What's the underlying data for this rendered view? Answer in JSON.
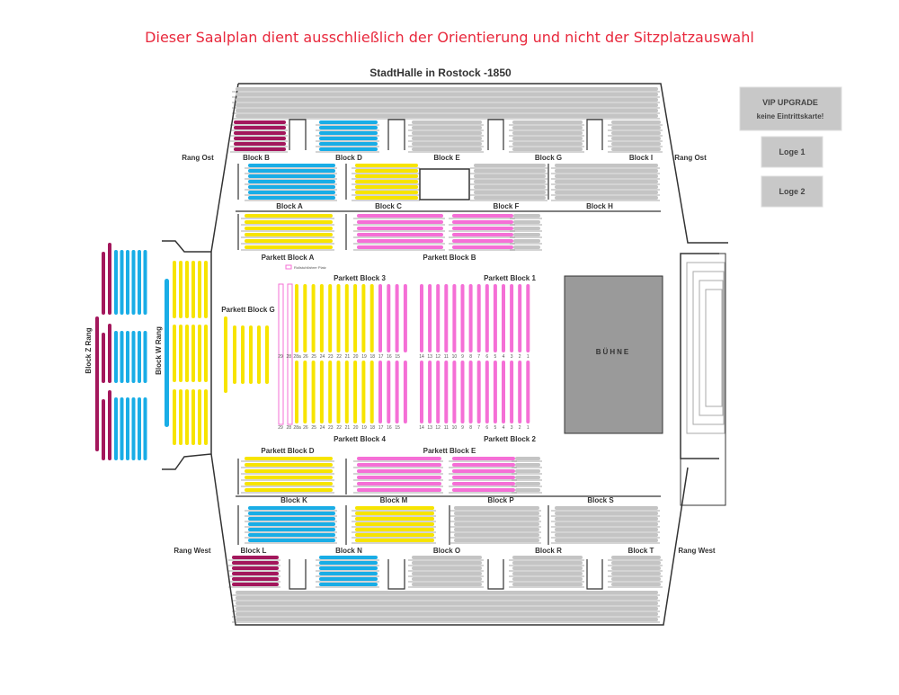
{
  "notice": "Dieser Saalplan dient ausschließlich der Orientierung und nicht der Sitzplatzauswahl",
  "plan_title": "StadtHalle in Rostock -1850",
  "colors": {
    "maroon": "#a3175c",
    "cyan": "#19ade6",
    "yellow": "#f7e400",
    "pink": "#f56fd6",
    "grey": "#c4c4c4",
    "stage": "#9a9a9a",
    "notice": "#e8283c"
  },
  "side_labels": {
    "rang_ost": "Rang Ost",
    "rang_west": "Rang West",
    "block_z": "Block Z Rang",
    "block_w": "Block W Rang"
  },
  "blocks": {
    "B": "Block B",
    "D": "Block D",
    "E": "Block E",
    "G": "Block G",
    "I": "Block I",
    "A": "Block A",
    "C": "Block C",
    "F": "Block F",
    "H": "Block H",
    "K": "Block K",
    "M": "Block M",
    "P": "Block P",
    "S": "Block S",
    "L": "Block L",
    "N": "Block N",
    "O": "Block O",
    "R": "Block R",
    "T": "Block T"
  },
  "parkett": {
    "A": "Parkett Block A",
    "B": "Parkett Block B",
    "G": "Parkett Block G",
    "1": "Parkett Block 1",
    "2": "Parkett Block 2",
    "3": "Parkett Block 3",
    "4": "Parkett Block 4",
    "D": "Parkett Block D",
    "E": "Parkett Block E"
  },
  "legend_wheelchair": "Rollstuhlfahrer Platz",
  "stage": "BÜHNE",
  "boxes": {
    "vip_line1": "VIP UPGRADE",
    "vip_line2": "keine Eintrittskarte!",
    "loge1": "Loge 1",
    "loge2": "Loge 2"
  },
  "column_numbers_left": [
    "29",
    "28",
    "28a",
    "26",
    "25",
    "24",
    "23",
    "22",
    "21",
    "20",
    "19",
    "18",
    "17",
    "16",
    "15"
  ],
  "column_numbers_right": [
    "14",
    "13",
    "12",
    "11",
    "10",
    "9",
    "8",
    "7",
    "6",
    "5",
    "4",
    "3",
    "2",
    "1"
  ]
}
